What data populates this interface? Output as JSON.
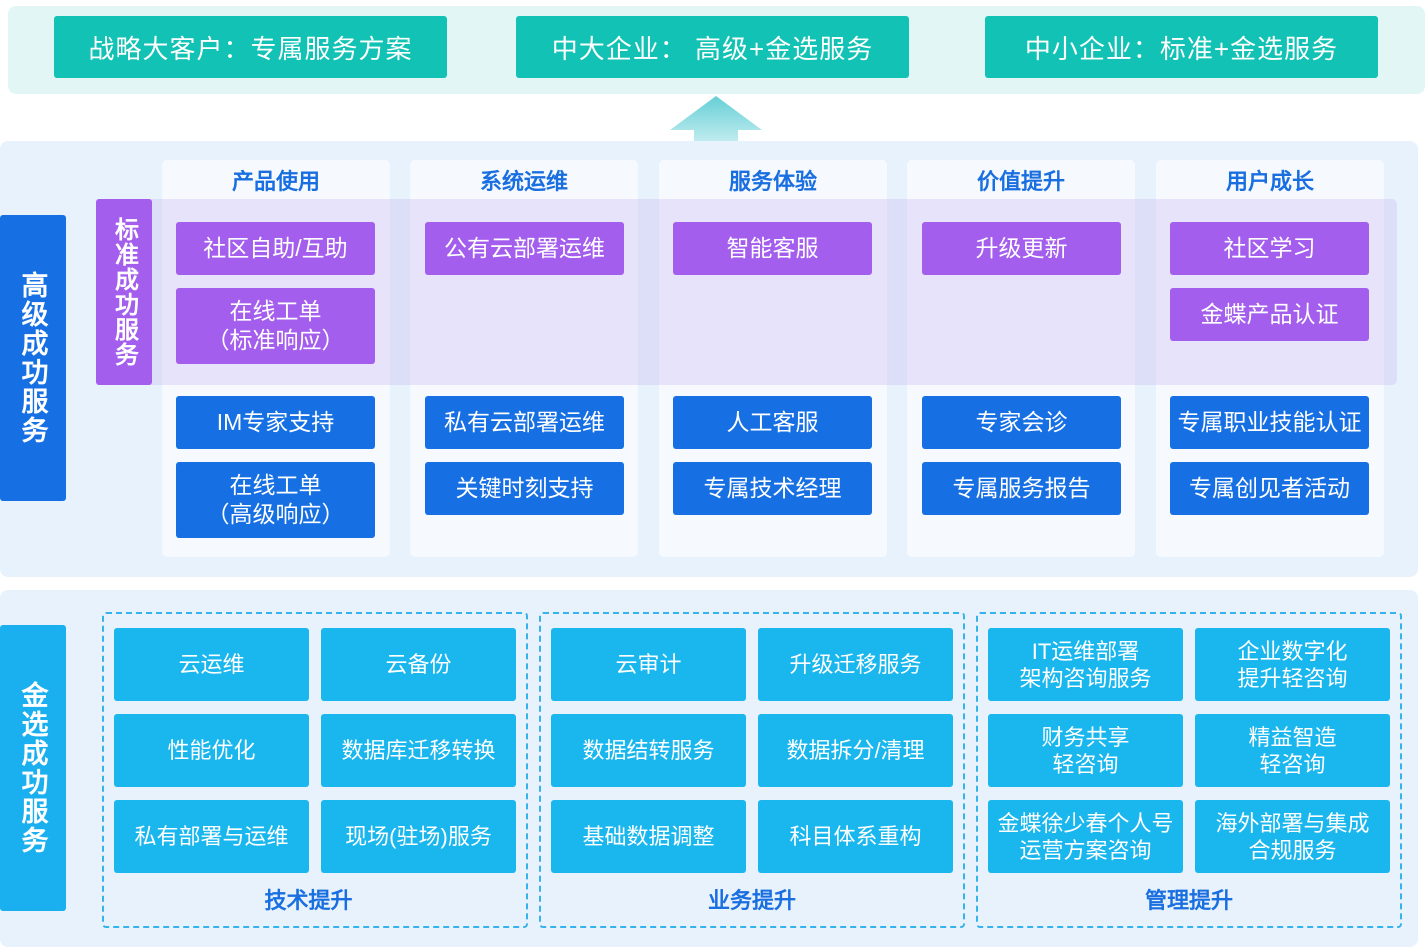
{
  "tiers": [
    "战略大客户：专属服务方案",
    "中大企业： 高级+金选服务",
    "中小企业：标准+金选服务"
  ],
  "advanced": {
    "label": "高级成功服务",
    "standard_label": "标准成功服务",
    "columns": [
      {
        "title": "产品使用",
        "standard": [
          "社区自助/互助",
          "在线工单\n（标准响应）"
        ],
        "advanced": [
          "IM专家支持",
          "在线工单\n（高级响应）"
        ]
      },
      {
        "title": "系统运维",
        "standard": [
          "公有云部署运维"
        ],
        "advanced": [
          "私有云部署运维",
          "关键时刻支持"
        ]
      },
      {
        "title": "服务体验",
        "standard": [
          "智能客服"
        ],
        "advanced": [
          "人工客服",
          "专属技术经理"
        ]
      },
      {
        "title": "价值提升",
        "standard": [
          "升级更新"
        ],
        "advanced": [
          "专家会诊",
          "专属服务报告"
        ]
      },
      {
        "title": "用户成长",
        "standard": [
          "社区学习",
          "金蝶产品认证"
        ],
        "advanced": [
          "专属职业技能认证",
          "专属创见者活动"
        ]
      }
    ]
  },
  "gold": {
    "label": "金选成功服务",
    "groups": [
      {
        "title": "技术提升",
        "items": [
          "云运维",
          "云备份",
          "性能优化",
          "数据库迁移转换",
          "私有部署与运维",
          "现场(驻场)服务"
        ]
      },
      {
        "title": "业务提升",
        "items": [
          "云审计",
          "升级迁移服务",
          "数据结转服务",
          "数据拆分/清理",
          "基础数据调整",
          "科目体系重构"
        ]
      },
      {
        "title": "管理提升",
        "items": [
          "IT运维部署\n架构咨询服务",
          "企业数字化\n提升轻咨询",
          "财务共享\n轻咨询",
          "精益智造\n轻咨询",
          "金蝶徐少春个人号\n运营方案咨询",
          "海外部署与集成\n合规服务"
        ]
      }
    ]
  },
  "colors": {
    "tier": "#12c2b4",
    "advanced_blue": "#1770e3",
    "standard_purple": "#a45eed",
    "gold_cyan": "#1ab7ee",
    "title_blue": "#1a6fe0"
  }
}
